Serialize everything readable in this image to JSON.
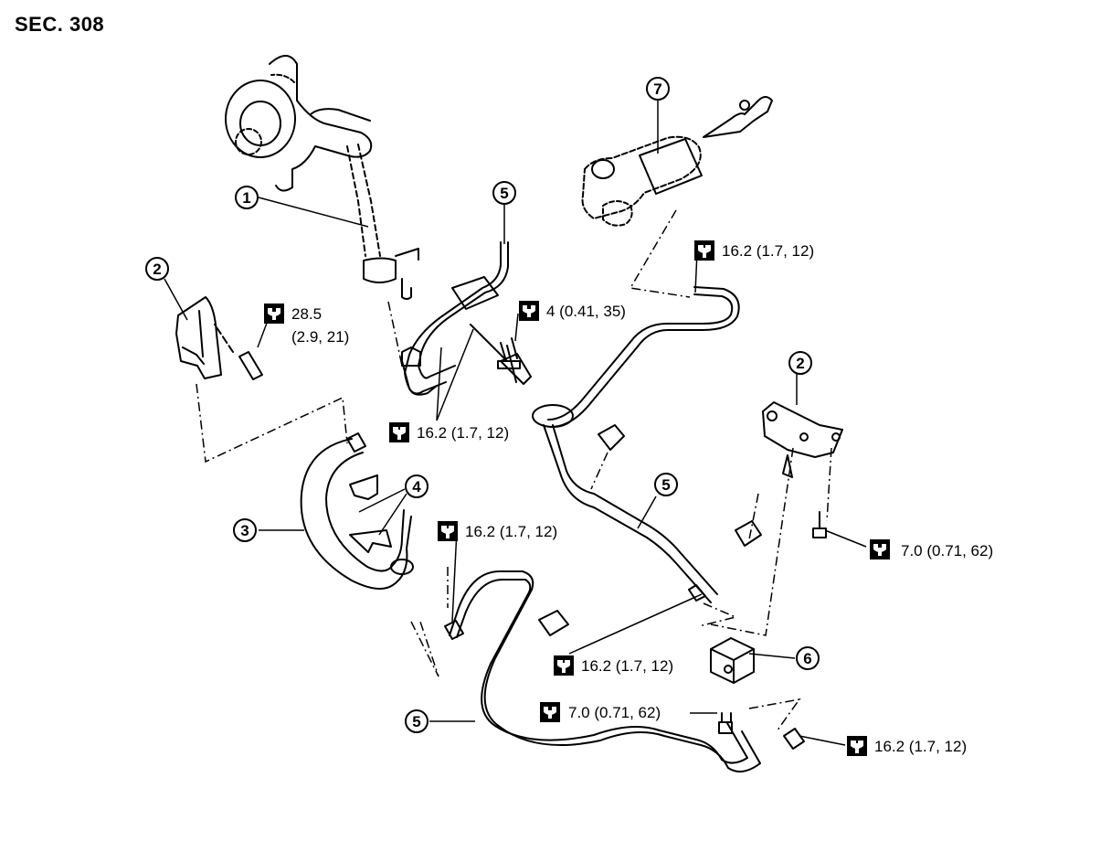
{
  "section_title": "SEC. 308",
  "callouts": [
    {
      "id": "c1",
      "number": "1"
    },
    {
      "id": "c2a",
      "number": "2"
    },
    {
      "id": "c2b",
      "number": "2"
    },
    {
      "id": "c3",
      "number": "3"
    },
    {
      "id": "c4",
      "number": "4"
    },
    {
      "id": "c5a",
      "number": "5"
    },
    {
      "id": "c5b",
      "number": "5"
    },
    {
      "id": "c5c",
      "number": "5"
    },
    {
      "id": "c6",
      "number": "6"
    },
    {
      "id": "c7",
      "number": "7"
    }
  ],
  "torques": [
    {
      "id": "t1",
      "text": "28.5",
      "text2": "(2.9, 21)",
      "icon": "torque-wrench-icon"
    },
    {
      "id": "t2",
      "text": "4 (0.41, 35)",
      "icon": "torque-wrench-icon-dark"
    },
    {
      "id": "t3",
      "text": "16.2 (1.7, 12)",
      "icon": "flare-nut-icon"
    },
    {
      "id": "t4",
      "text": "16.2 (1.7, 12)",
      "icon": "flare-nut-icon"
    },
    {
      "id": "t5",
      "text": "16.2 (1.7, 12)",
      "icon": "flare-nut-icon"
    },
    {
      "id": "t6",
      "text": "7.0 (0.71, 62)",
      "icon": "torque-wrench-icon-dark"
    },
    {
      "id": "t7",
      "text": "16.2 (1.7, 12)",
      "icon": "flare-nut-icon"
    },
    {
      "id": "t8",
      "text": "7.0 (0.71, 62)",
      "icon": "torque-wrench-icon-dark"
    },
    {
      "id": "t9",
      "text": "16.2 (1.7, 12)",
      "icon": "flare-nut-icon"
    }
  ]
}
